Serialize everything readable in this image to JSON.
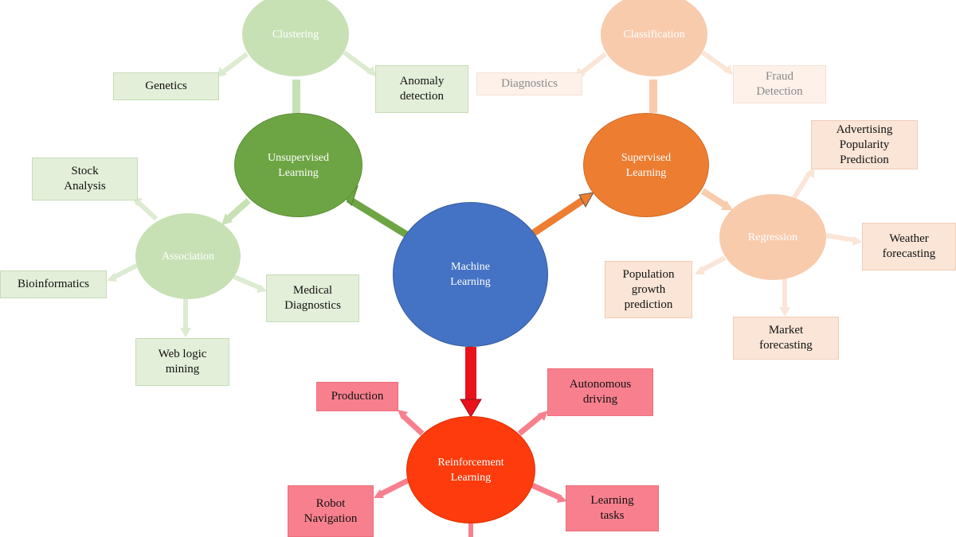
{
  "colors": {
    "central": "#4472c4",
    "unsupervised": "#6ea544",
    "supervised": "#ed7d31",
    "reinforcement": "#fd3b0c",
    "green_light": "#c7e1b5",
    "orange_light": "#f8cbad",
    "pink_box": "#f8808e"
  },
  "center": {
    "label": "Machine\nLearning"
  },
  "unsupervised": {
    "label": "Unsupervised\nLearning",
    "clustering": {
      "label": "Clustering",
      "genetics": "Genetics",
      "anomaly": "Anomaly\ndetection"
    },
    "association": {
      "label": "Association",
      "stock": "Stock\nAnalysis",
      "bioinformatics": "Bioinformatics",
      "medical": "Medical\nDiagnostics",
      "weblogic": "Web logic\nmining"
    }
  },
  "supervised": {
    "label": "Supervised\nLearning",
    "classification": {
      "label": "Classification",
      "diagnostics": "Diagnostics",
      "fraud": "Fraud\nDetection"
    },
    "regression": {
      "label": "Regression",
      "advertising": "Advertising\nPopularity\nPrediction",
      "weather": "Weather\nforecasting",
      "population": "Population\ngrowth\nprediction",
      "market": "Market\nforecasting"
    }
  },
  "reinforcement": {
    "label": "Reinforcement\nLearning",
    "production": "Production",
    "autonomous": "Autonomous\ndriving",
    "robot": "Robot\nNavigation",
    "learning_tasks": "Learning\ntasks"
  }
}
